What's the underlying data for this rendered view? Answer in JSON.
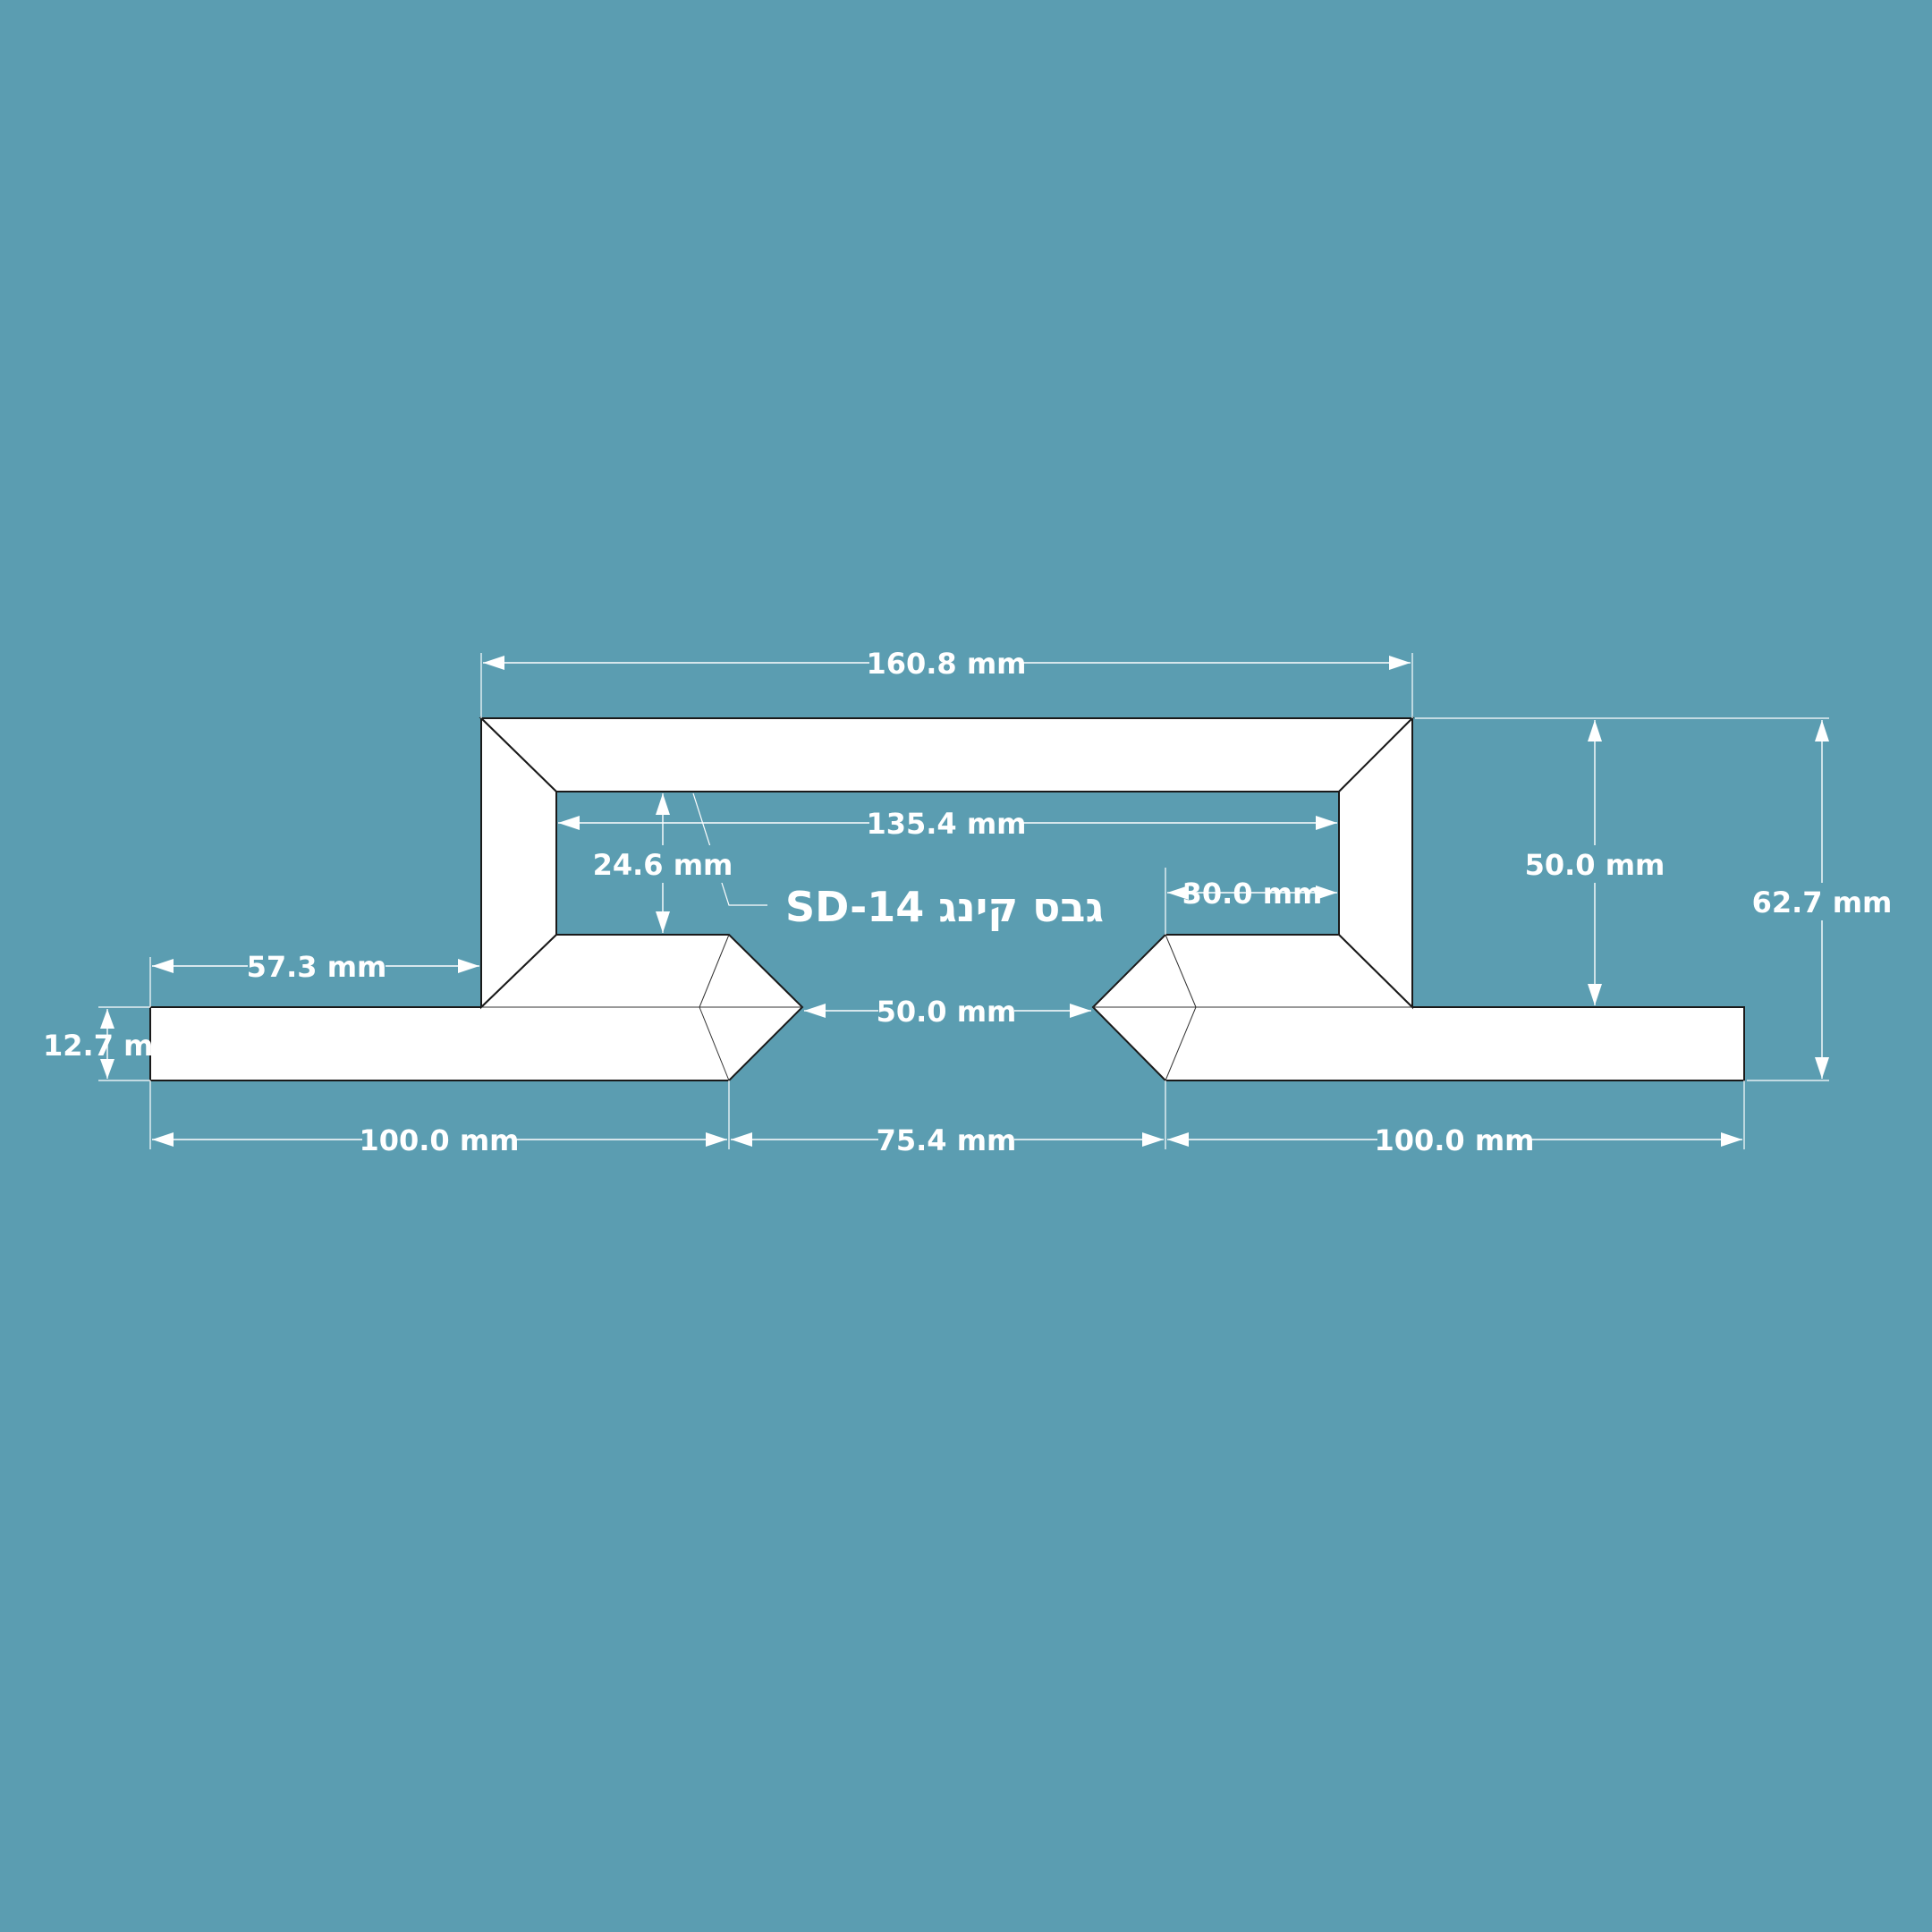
{
  "title": "SD-14 גבס קינג",
  "dimensions": {
    "top_width": "160.8 mm",
    "inner_width": "135.4 mm",
    "inner_depth": "24.6 mm",
    "lip": "30.0 mm",
    "left_offset": "57.3 mm",
    "flange_thickness": "12.7 mm",
    "gap": "50.0 mm",
    "right_height": "50.0 mm",
    "total_height": "62.7 mm",
    "left_flange": "100.0 mm",
    "middle_span": "75.4 mm",
    "right_flange": "100.0 mm"
  },
  "colors": {
    "background": "#5b9db1",
    "part_fill": "#ffffff",
    "outline": "#1a1a1a",
    "dimension": "#ffffff"
  }
}
